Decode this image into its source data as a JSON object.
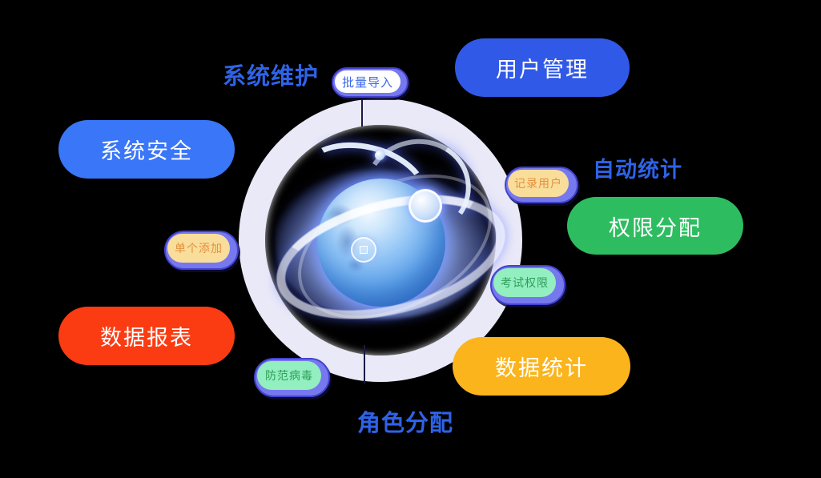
{
  "canvas": {
    "background": "#000000"
  },
  "diagram": {
    "center_icon": "globe-network-illustration",
    "ring_color": "#E9E9F8",
    "titles": [
      {
        "text": "系统维护",
        "color": "#2E63E8"
      },
      {
        "text": "自动统计",
        "color": "#2E63E8"
      },
      {
        "text": "角色分配",
        "color": "#2E63E8"
      }
    ],
    "buttons": [
      {
        "label": "用户管理",
        "bg": "#3159E8",
        "text_color": "#FFFFFF"
      },
      {
        "label": "系统安全",
        "bg": "#3A76F8",
        "text_color": "#FFFFFF"
      },
      {
        "label": "权限分配",
        "bg": "#2DBD60",
        "text_color": "#FFFFFF"
      },
      {
        "label": "数据报表",
        "bg": "#FB3C12",
        "text_color": "#FFFFFF"
      },
      {
        "label": "数据统计",
        "bg": "#FBB41C",
        "text_color": "#FFFFFF"
      }
    ],
    "pills": [
      {
        "label": "批量导入",
        "bg": "#FFFFFF",
        "text_color": "#3B68E9",
        "ring_color": "#7679EE"
      },
      {
        "label": "记录用户",
        "bg": "#F9DD9A",
        "text_color": "#E2923F",
        "ring_color": "#7679EE"
      },
      {
        "label": "单个添加",
        "bg": "#F9DD9A",
        "text_color": "#E2923F",
        "ring_color": "#7679EE"
      },
      {
        "label": "考试权限",
        "bg": "#93EEC0",
        "text_color": "#2F9E5A",
        "ring_color": "#7679EE"
      },
      {
        "label": "防范病毒",
        "bg": "#93EEC0",
        "text_color": "#2F9E5A",
        "ring_color": "#7679EE"
      }
    ]
  }
}
